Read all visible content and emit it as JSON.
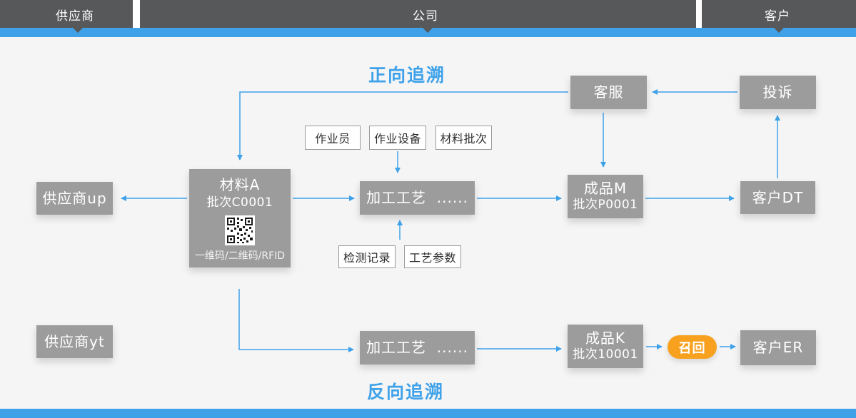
{
  "colors": {
    "accent_blue": "#3fa2e9",
    "bar_dark": "#57585a",
    "node_gray": "#9c9c9c",
    "recall_orange": "#f7a11f",
    "canvas_bg": "#f5f5f6"
  },
  "top_bar": {
    "segments": [
      {
        "label": "供应商"
      },
      {
        "label": "公司"
      },
      {
        "label": "客户"
      }
    ]
  },
  "titles": {
    "forward": "正向追溯",
    "backward": "反向追溯"
  },
  "nodes": {
    "customer_service": {
      "label": "客服"
    },
    "complaint": {
      "label": "投诉"
    },
    "supplier_up": {
      "label": "供应商up"
    },
    "material_a": {
      "label": "材料A",
      "batch": "批次C0001",
      "caption": "一维码/二维码/RFID"
    },
    "process_1": {
      "label": "加工工艺  ......"
    },
    "product_m": {
      "label": "成品M",
      "batch": "批次P0001"
    },
    "customer_dt": {
      "label": "客户DT"
    },
    "supplier_yt": {
      "label": "供应商yt"
    },
    "process_2": {
      "label": "加工工艺  ......"
    },
    "product_k": {
      "label": "成品K",
      "batch": "批次10001"
    },
    "recall": {
      "label": "召回"
    },
    "customer_er": {
      "label": "客户ER"
    }
  },
  "tags": {
    "operator": {
      "label": "作业员"
    },
    "equipment": {
      "label": "作业设备"
    },
    "material_batch": {
      "label": "材料批次"
    },
    "inspection": {
      "label": "检测记录"
    },
    "process_params": {
      "label": "工艺参数"
    }
  }
}
